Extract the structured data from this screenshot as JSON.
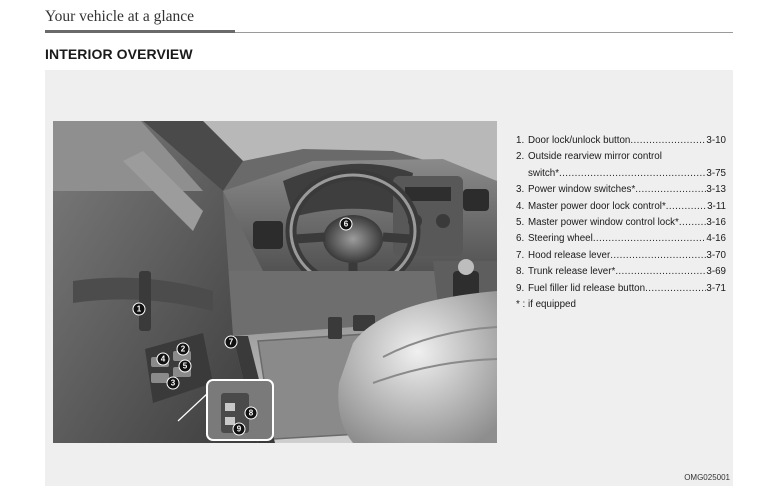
{
  "section_header": "Your vehicle at a glance",
  "page_title": "INTERIOR OVERVIEW",
  "legend": [
    {
      "num": "1.",
      "text": "Door lock/unlock button",
      "page": "3-10"
    },
    {
      "num": "2.",
      "text_line1": "Outside rearview mirror control",
      "text": "switch*",
      "page": "3-75"
    },
    {
      "num": "3.",
      "text": "Power window switches*",
      "page": "3-13"
    },
    {
      "num": "4.",
      "text": "Master power door lock control*",
      "page": "3-11"
    },
    {
      "num": "5.",
      "text": "Master power window control lock*",
      "page": "3-16"
    },
    {
      "num": "6.",
      "text": "Steering wheel",
      "page": "4-16"
    },
    {
      "num": "7.",
      "text": "Hood release lever",
      "page": "3-70"
    },
    {
      "num": "8.",
      "text": "Trunk release lever*",
      "page": "3-69"
    },
    {
      "num": "9.",
      "text": "Fuel filler lid release button",
      "page": "3-71"
    }
  ],
  "footnote": "* : if equipped",
  "image_code": "OMG025001",
  "callouts": [
    "1",
    "2",
    "3",
    "4",
    "5",
    "6",
    "7",
    "8",
    "9"
  ]
}
